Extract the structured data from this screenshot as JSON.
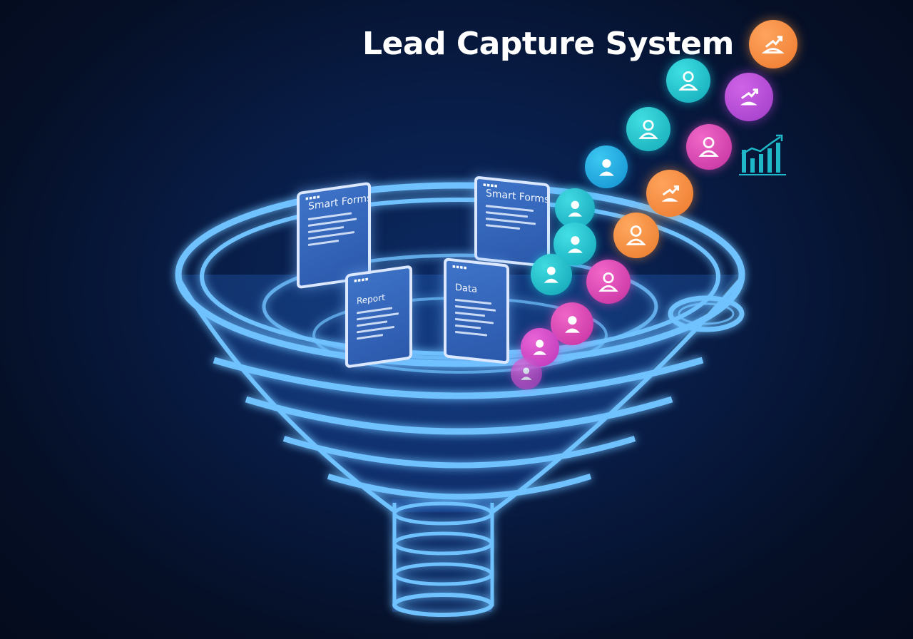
{
  "title": "Lead Capture System",
  "colors": {
    "background": "#06132f",
    "funnel_glow": "#59b4ff",
    "teal": "#18b8c4",
    "cyan": "#1ea4dc",
    "magenta": "#d44bbb",
    "purple": "#b13ecf",
    "orange": "#f0863a"
  },
  "cards": [
    {
      "id": "smart-form-left",
      "title": "Smart Forms"
    },
    {
      "id": "smart-form-right",
      "title": "Smart Forms"
    },
    {
      "id": "report-card",
      "title": "Report"
    },
    {
      "id": "data-card",
      "title": "Data"
    }
  ],
  "icons": [
    "funnel-icon",
    "person-avatar-icon",
    "growth-arrow-icon",
    "bar-chart-icon",
    "form-document-icon"
  ]
}
